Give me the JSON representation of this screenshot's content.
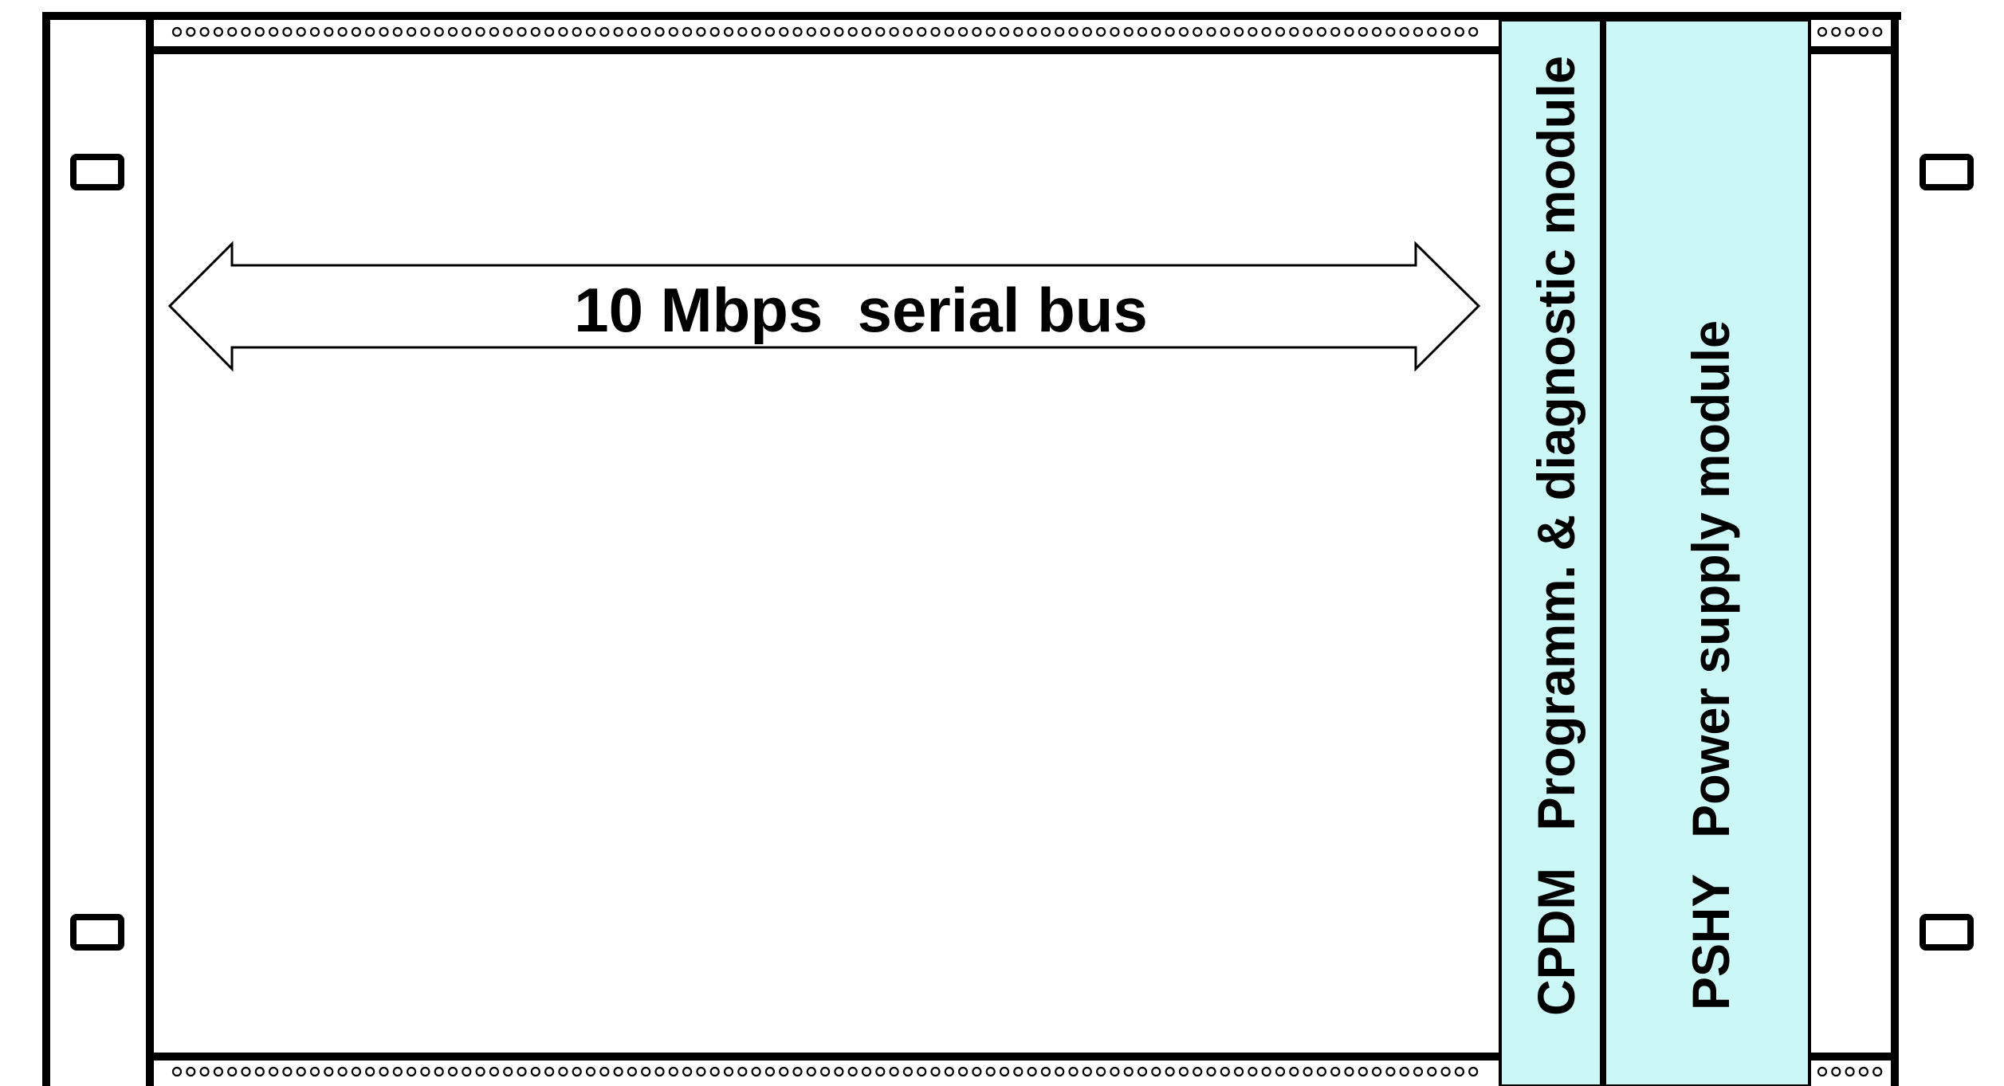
{
  "bus": {
    "label": "10 Mbps  serial bus"
  },
  "modules": [
    {
      "code": "CPDM",
      "description": "Programm. & diagnostic module"
    },
    {
      "code": "PSHY",
      "description": "Power supply module"
    }
  ],
  "colors": {
    "module_fill": "#ccf7f7",
    "line": "#000000",
    "background": "#ffffff"
  }
}
